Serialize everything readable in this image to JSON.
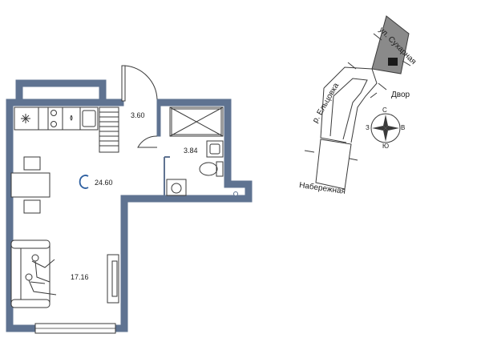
{
  "colors": {
    "wall": "#5f7391",
    "line": "#3a3a3a",
    "building": "#8a8a8a"
  },
  "floor_plan": {
    "rooms": [
      {
        "id": "main",
        "area": "24.60"
      },
      {
        "id": "hall",
        "area": "3.60"
      },
      {
        "id": "bath",
        "area": "3.84"
      },
      {
        "id": "living",
        "area": "17.16"
      }
    ]
  },
  "site_map": {
    "labels": {
      "street_top": "ул. Сухарная",
      "river": "р. Ельцовка",
      "yard": "Двор",
      "embankment": "Набережная"
    },
    "compass": {
      "north": "С",
      "south": "Ю",
      "west": "З",
      "east": "В"
    }
  }
}
